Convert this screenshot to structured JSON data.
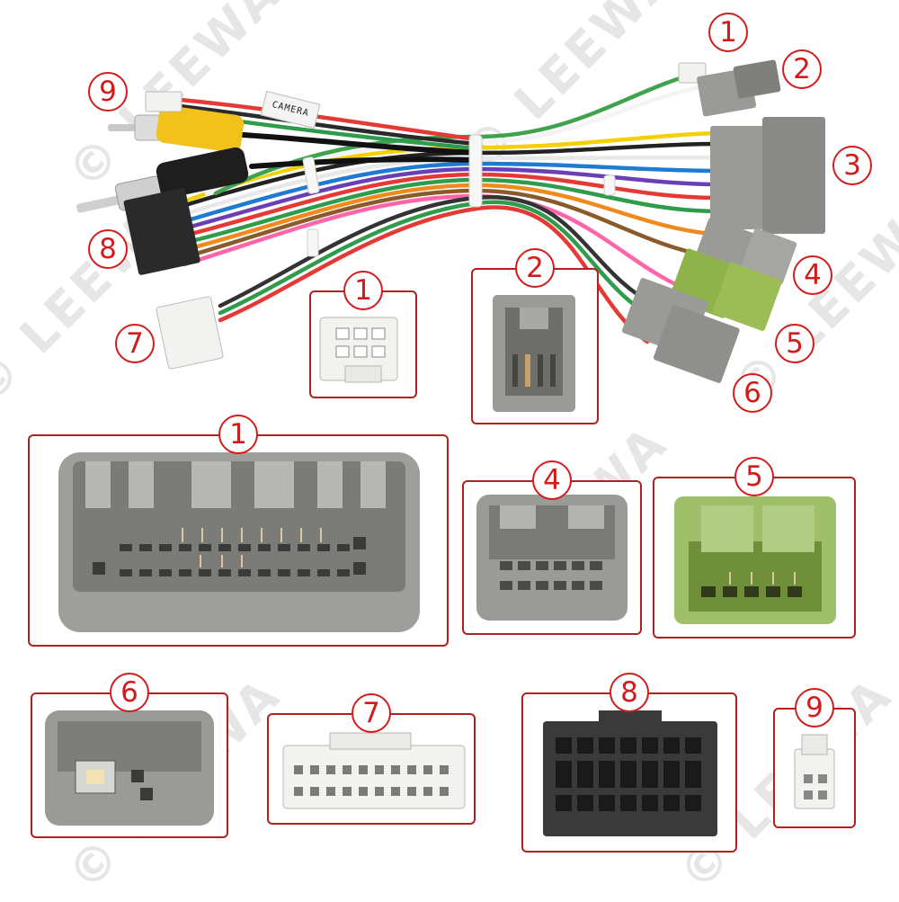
{
  "watermark": {
    "text": "© LEEWA",
    "color": "#e6e6e6"
  },
  "camera_tag": "CAMERA",
  "callouts": {
    "top": [
      "1",
      "2",
      "3",
      "4",
      "5",
      "6",
      "7",
      "8",
      "9"
    ]
  },
  "panels": [
    {
      "id": "p1a",
      "label": "1"
    },
    {
      "id": "p2a",
      "label": "2"
    },
    {
      "id": "p1b",
      "label": "1"
    },
    {
      "id": "p4",
      "label": "4"
    },
    {
      "id": "p5",
      "label": "5"
    },
    {
      "id": "p6",
      "label": "6"
    },
    {
      "id": "p7",
      "label": "7"
    },
    {
      "id": "p8",
      "label": "8"
    },
    {
      "id": "p9",
      "label": "9"
    }
  ],
  "colors": {
    "callout_red": "#d21c1c",
    "panel_border": "#b51f1f",
    "connector_grey": "#9a9a96",
    "connector_green": "#8fb24a",
    "connector_white": "#f2f2ef",
    "connector_black": "#2a2a2a",
    "rca_yellow": "#f3c21a"
  }
}
